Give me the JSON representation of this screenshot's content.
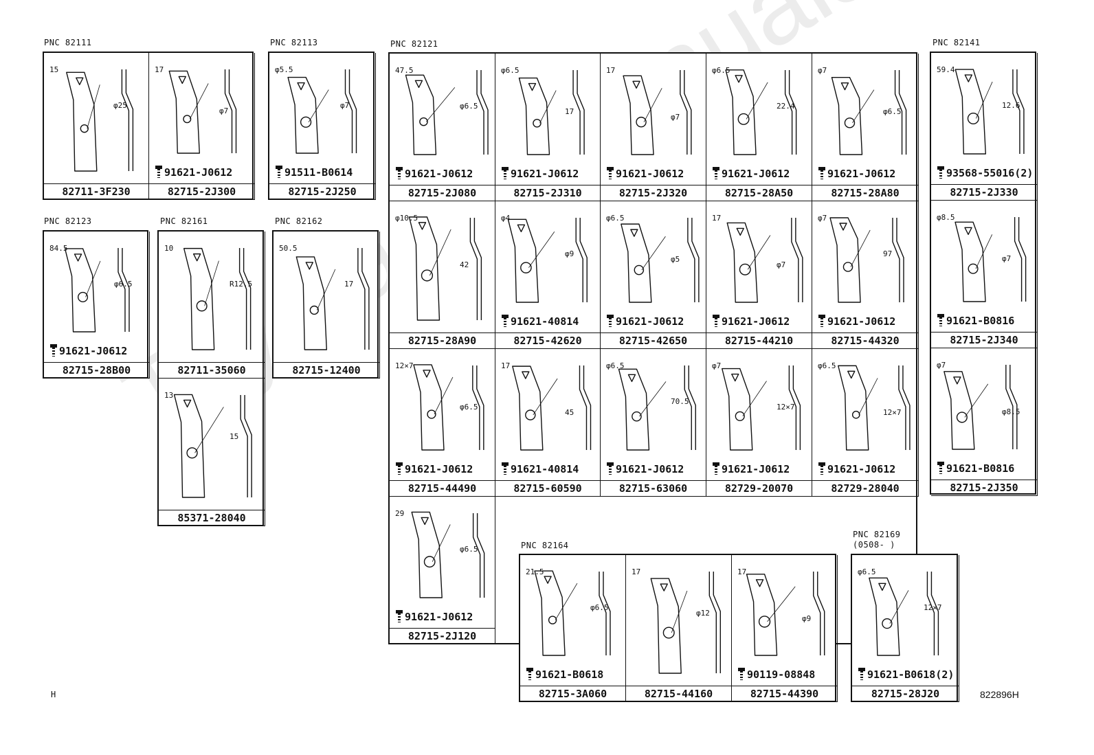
{
  "watermark": "ToyotaCarManuals",
  "corner_left_label": "H",
  "drawing_id": "822896H",
  "groups": {
    "g82111": {
      "pnc": "PNC 82111",
      "cells": [
        {
          "dims": [
            "15",
            "φ25"
          ],
          "part": "82711-3F230"
        },
        {
          "dims": [
            "17",
            "φ7"
          ],
          "bolt": "91621-J0612",
          "part": "82715-2J300"
        }
      ]
    },
    "g82113": {
      "pnc": "PNC 82113",
      "cells": [
        {
          "dims": [
            "φ5.5",
            "φ7"
          ],
          "bolt": "91511-B0614",
          "part": "82715-2J250"
        }
      ]
    },
    "g82121": {
      "pnc": "PNC 82121",
      "cells": [
        {
          "dims": [
            "47.5",
            "φ6.5"
          ],
          "bolt": "91621-J0612",
          "part": "82715-2J080"
        },
        {
          "dims": [
            "φ6.5",
            "17"
          ],
          "bolt": "91621-J0612",
          "part": "82715-2J310"
        },
        {
          "dims": [
            "17",
            "φ7"
          ],
          "bolt": "91621-J0612",
          "part": "82715-2J320"
        },
        {
          "dims": [
            "φ6.5",
            "22.4"
          ],
          "bolt": "91621-J0612",
          "part": "82715-28A50"
        },
        {
          "dims": [
            "φ7",
            "φ6.5"
          ],
          "bolt": "91621-J0612",
          "part": "82715-28A80"
        },
        {
          "dims": [
            "φ10.5",
            "42"
          ],
          "part": "82715-28A90"
        },
        {
          "dims": [
            "φ4",
            "φ9"
          ],
          "bolt": "91621-40814",
          "part": "82715-42620"
        },
        {
          "dims": [
            "φ6.5",
            "φ5"
          ],
          "bolt": "91621-J0612",
          "part": "82715-42650"
        },
        {
          "dims": [
            "17",
            "φ7"
          ],
          "bolt": "91621-J0612",
          "part": "82715-44210"
        },
        {
          "dims": [
            "φ7",
            "97"
          ],
          "bolt": "91621-J0612",
          "part": "82715-44320"
        },
        {
          "dims": [
            "12×7",
            "φ6.5"
          ],
          "bolt": "91621-J0612",
          "part": "82715-44490"
        },
        {
          "dims": [
            "17",
            "45"
          ],
          "bolt": "91621-40814",
          "part": "82715-60590"
        },
        {
          "dims": [
            "φ6.5",
            "70.5"
          ],
          "bolt": "91621-J0612",
          "part": "82715-63060"
        },
        {
          "dims": [
            "φ7",
            "12×7"
          ],
          "bolt": "91621-J0612",
          "part": "82729-20070"
        },
        {
          "dims": [
            "φ6.5",
            "12×7"
          ],
          "bolt": "91621-J0612",
          "part": "82729-28040"
        },
        {
          "dims": [
            "29",
            "φ6.5"
          ],
          "bolt": "91621-J0612",
          "part": "82715-2J120"
        }
      ]
    },
    "g82141": {
      "pnc": "PNC 82141",
      "cells": [
        {
          "dims": [
            "59.4",
            "12.6"
          ],
          "bolt": "93568-55016(2)",
          "part": "82715-2J330"
        },
        {
          "dims": [
            "φ8.5",
            "φ7"
          ],
          "bolt": "91621-B0816",
          "part": "82715-2J340"
        },
        {
          "dims": [
            "φ7",
            "φ8.5"
          ],
          "bolt": "91621-B0816",
          "part": "82715-2J350"
        }
      ]
    },
    "g82123": {
      "pnc": "PNC 82123",
      "cells": [
        {
          "dims": [
            "84.5",
            "φ6.5"
          ],
          "bolt": "91621-J0612",
          "part": "82715-28B00"
        }
      ]
    },
    "g82161": {
      "pnc": "PNC 82161",
      "cells": [
        {
          "dims": [
            "10",
            "R12.5"
          ],
          "part": "82711-35060"
        },
        {
          "dims": [
            "13",
            "15"
          ],
          "part": "85371-28040"
        }
      ]
    },
    "g82162": {
      "pnc": "PNC 82162",
      "cells": [
        {
          "dims": [
            "50.5",
            "17"
          ],
          "part": "82715-12400"
        }
      ]
    },
    "g82164": {
      "pnc": "PNC 82164",
      "cells": [
        {
          "dims": [
            "21.5",
            "φ6.5"
          ],
          "bolt": "91621-B0618",
          "part": "82715-3A060"
        },
        {
          "dims": [
            "17",
            "φ12"
          ],
          "part": "82715-44160"
        },
        {
          "dims": [
            "17",
            "φ9"
          ],
          "bolt": "90119-08848",
          "part": "82715-44390"
        }
      ]
    },
    "g82169": {
      "pnc": "PNC 82169",
      "pnc_note": "(0508-      )",
      "cells": [
        {
          "dims": [
            "φ6.5",
            "12×7"
          ],
          "bolt": "91621-B0618(2)",
          "part": "82715-28J20"
        }
      ]
    }
  }
}
